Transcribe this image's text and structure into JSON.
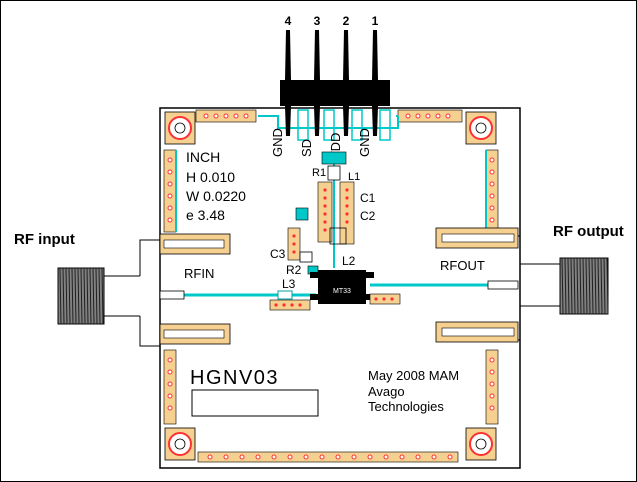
{
  "pins": {
    "numbers": [
      "4",
      "3",
      "2",
      "1"
    ],
    "names": [
      "GND",
      "SD",
      "VDD",
      "GND"
    ]
  },
  "labels": {
    "rf_input": "RF input",
    "rf_output": "RF output",
    "rfin": "RFIN",
    "rfout": "RFOUT",
    "board_name": "HGNV03",
    "date": "May  2008 MAM",
    "company_line1": "Avago",
    "company_line2": "Technologies",
    "chip": "MT33"
  },
  "substrate": {
    "unit": "INCH",
    "h": "H  0.010",
    "w": "W  0.0220",
    "e": "e  3.48"
  },
  "components": {
    "r1": "R1",
    "l1": "L1",
    "c1": "C1",
    "c2": "C2",
    "c3": "C3",
    "r2": "R2",
    "l2": "L2",
    "l3": "L3"
  },
  "colors": {
    "trace": "#00c8c8",
    "pad": "#ff4040",
    "component_body": "#f0c070",
    "outline": "#000000",
    "board": "#ffffff"
  }
}
